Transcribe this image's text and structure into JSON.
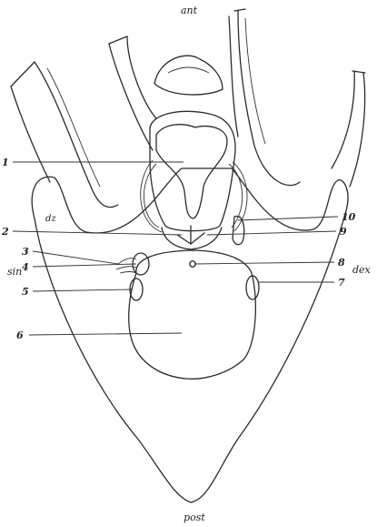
{
  "figure": {
    "orientation": {
      "top": "ant",
      "bottom": "post",
      "left": "sin",
      "right": "dex"
    },
    "inner_label": "dz",
    "labels": [
      "1",
      "2",
      "3",
      "4",
      "5",
      "6",
      "7",
      "8",
      "9",
      "10"
    ]
  }
}
